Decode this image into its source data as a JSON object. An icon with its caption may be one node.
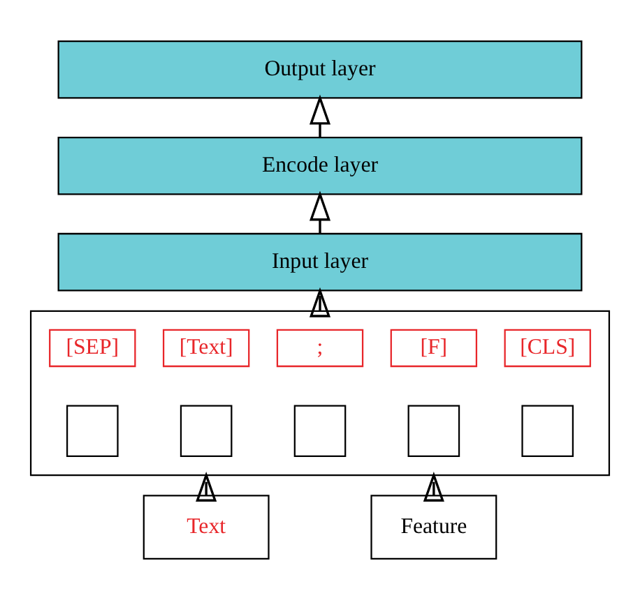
{
  "diagram": {
    "nodes": [
      {
        "text": [
          "Output layer"
        ]
      },
      {
        "text": [
          "Encode layer"
        ]
      },
      {
        "text": [
          "Input layer"
        ]
      },
      {
        "text": [],
        "shape": "box"
      },
      {
        "text": [
          "[CLS]"
        ],
        "in": 3
      },
      {
        "text": [
          "[Text]"
        ],
        "in": 3
      },
      {
        "text": [
          ";"
        ],
        "in": 3
      },
      {
        "text": [
          "[F]"
        ],
        "in": 3
      },
      {
        "text": [
          "[SEP]"
        ],
        "in": 3
      },
      {
        "text": [],
        "shape": "box",
        "in": 3
      },
      {
        "text": [],
        "shape": "box",
        "in": 3
      },
      {
        "text": [],
        "shape": "box",
        "in": 3
      },
      {
        "text": [],
        "shape": "box",
        "in": 3
      },
      {
        "text": [],
        "shape": "box",
        "in": 3
      },
      {
        "text": [
          "Text"
        ]
      },
      {
        "text": [
          "Feature"
        ]
      }
    ],
    "edges": [
      {
        "from": 14,
        "to": 3,
        "arrow": "to"
      },
      {
        "from": 15,
        "to": 3,
        "arrow": "to"
      },
      {
        "from": 3,
        "to": 2,
        "arrow": "to"
      },
      {
        "from": 2,
        "to": 1,
        "arrow": "to"
      },
      {
        "from": 1,
        "to": 0,
        "arrow": "to"
      }
    ]
  }
}
